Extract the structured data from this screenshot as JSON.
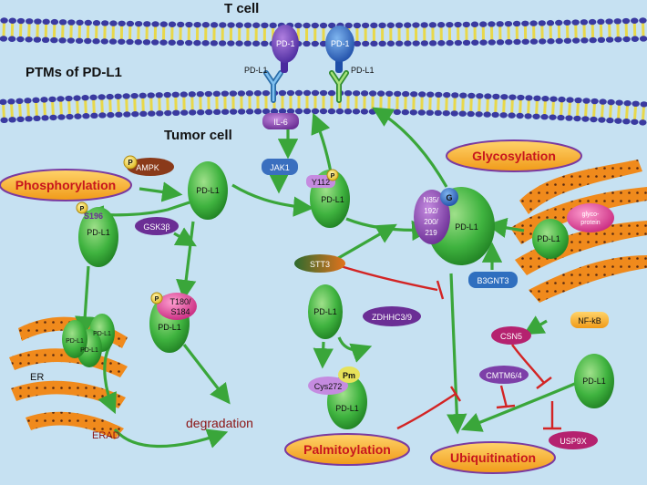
{
  "labels": {
    "t_cell": "T cell",
    "ptms_title": "PTMs of PD-L1",
    "tumor_cell": "Tumor cell",
    "pd1": "PD-1",
    "pdl1": "PD-L1",
    "phosphorylation": "Phosphorylation",
    "glycosylation": "Glycosylation",
    "palmitoylation": "Palmitoylation",
    "ubiquitination": "Ubiquitination",
    "degradation": "degradation",
    "erad": "ERAD",
    "er": "ER",
    "il6": "IL-6",
    "jak1": "JAK1",
    "ampk": "AMPK",
    "gsk3b": "GSK3β",
    "stt3": "STT3",
    "b3gnt3": "B3GNT3",
    "zdhhc": "ZDHHC3/9",
    "csn5": "CSN5",
    "nfkb": "NF-kB",
    "cmtm": "CMTM6/4",
    "usp9x": "USP9X",
    "s196": "S196",
    "y112": "Y112",
    "t180": "T180/",
    "s184": "S184",
    "n35": "N35/",
    "n192": "192/",
    "n200": "200/",
    "n219": "219",
    "cys272": "Cys272",
    "p": "P",
    "g": "G",
    "pm": "Pm",
    "glyco1": "glyco-",
    "glyco2": "protein"
  },
  "colors": {
    "background": "#c6e1f2",
    "pdl1_green": "#3fb33f",
    "hub_orange": "#f5a623",
    "hub_text": "#c8161d",
    "activation_arrow": "#3aa63a",
    "inhibition_arrow": "#d32424",
    "enzyme_purple": "#7d3fa8",
    "membrane_head": "#3a3aa0",
    "membrane_tail": "#e8d84a",
    "organelle": "#f08a1c"
  }
}
